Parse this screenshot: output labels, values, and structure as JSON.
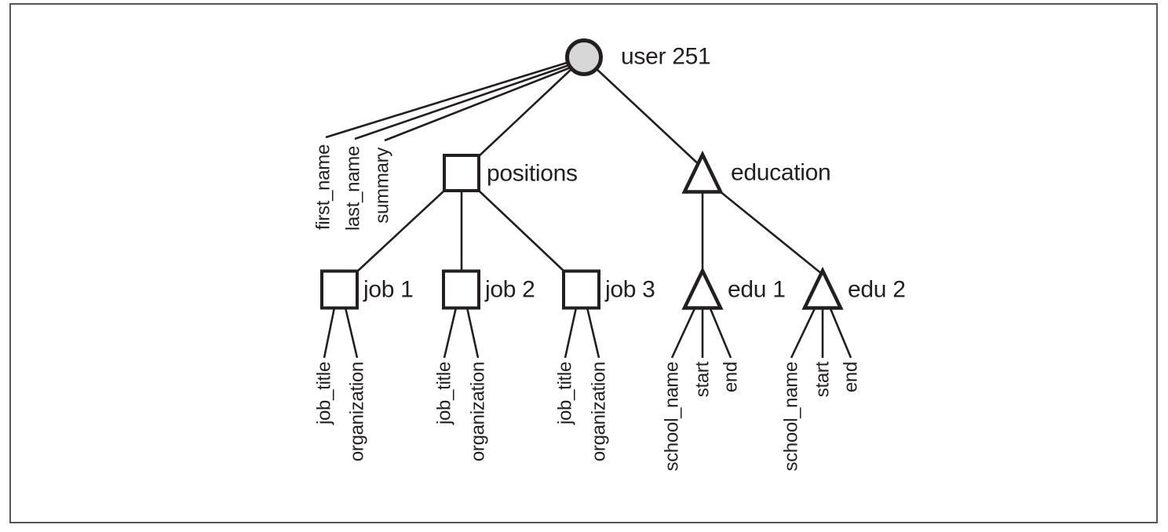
{
  "figure": {
    "background": "#ffffff",
    "border_color": "#55565a",
    "ink_color": "#231f20",
    "root_node_fill": "#d7d7d8"
  },
  "tree": {
    "root": {
      "id": "user-251",
      "shape": "circle",
      "label": "user 251",
      "attributes": [
        "first_name",
        "last_name",
        "summary"
      ]
    },
    "branches": [
      {
        "id": "positions",
        "shape": "square",
        "label": "positions",
        "children": [
          {
            "id": "job-1",
            "shape": "square",
            "label": "job 1",
            "attributes": [
              "job_title",
              "organization"
            ]
          },
          {
            "id": "job-2",
            "shape": "square",
            "label": "job 2",
            "attributes": [
              "job_title",
              "organization"
            ]
          },
          {
            "id": "job-3",
            "shape": "square",
            "label": "job 3",
            "attributes": [
              "job_title",
              "organization"
            ]
          }
        ]
      },
      {
        "id": "education",
        "shape": "triangle",
        "label": "education",
        "children": [
          {
            "id": "edu-1",
            "shape": "triangle",
            "label": "edu 1",
            "attributes": [
              "school_name",
              "start",
              "end"
            ]
          },
          {
            "id": "edu-2",
            "shape": "triangle",
            "label": "edu 2",
            "attributes": [
              "school_name",
              "start",
              "end"
            ]
          }
        ]
      }
    ]
  }
}
